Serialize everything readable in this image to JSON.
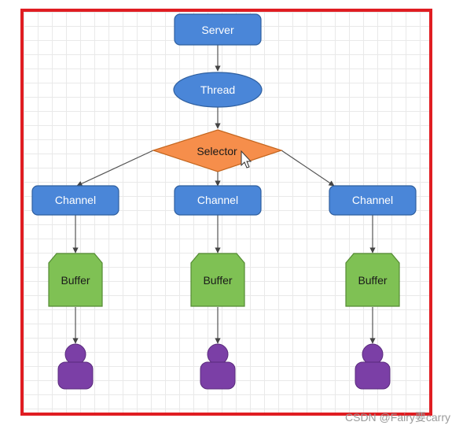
{
  "diagram": {
    "server": "Server",
    "thread": "Thread",
    "selector": "Selector",
    "channels": [
      "Channel",
      "Channel",
      "Channel"
    ],
    "buffers": [
      "Buffer",
      "Buffer",
      "Buffer"
    ]
  },
  "watermark": "CSDN @Fairy要carry",
  "colors": {
    "frame": "#e01d22",
    "blue_node": "#4a86d8",
    "selector": "#f68e4b",
    "buffer": "#7fc154",
    "user": "#7b3fa6"
  },
  "icons": [
    "cursor-icon",
    "user-icon"
  ]
}
